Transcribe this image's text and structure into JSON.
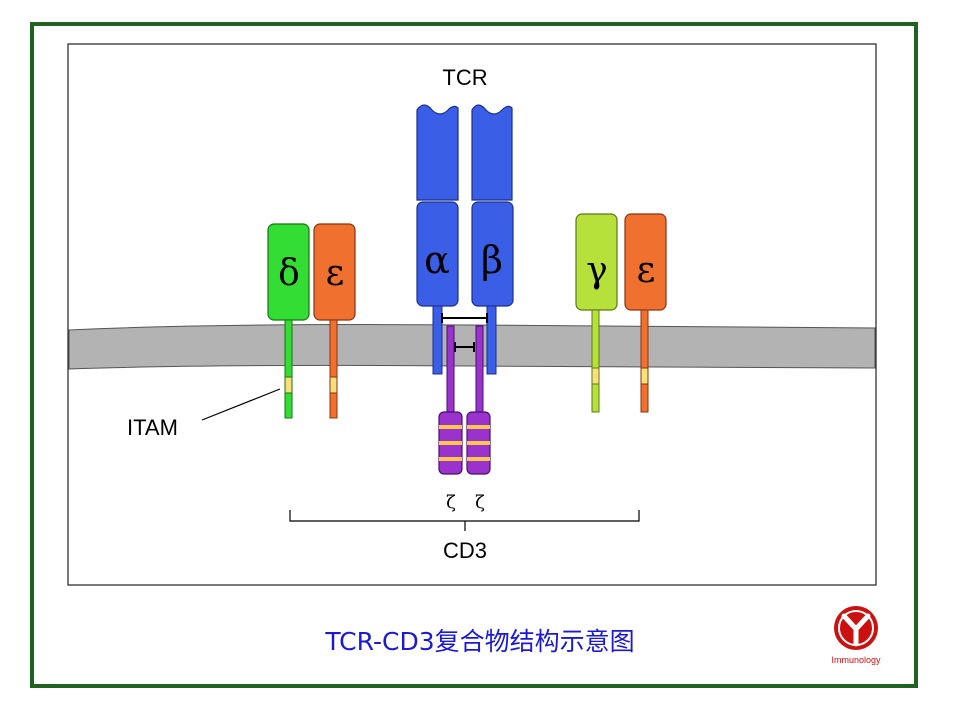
{
  "diagram": {
    "tcr_label": "TCR",
    "alpha": "α",
    "beta": "β",
    "delta": "δ",
    "epsilon_left": "ε",
    "gamma": "γ",
    "epsilon_right": "ε",
    "zeta_left": "ζ",
    "zeta_right": "ζ",
    "itam_label": "ITAM",
    "cd3_label": "CD3"
  },
  "caption": "TCR-CD3复合物结构示意图",
  "logo": {
    "text": "Immunology"
  },
  "colors": {
    "frame": "#206320",
    "tcr_blue": "#3a5ee6",
    "delta_green": "#33dd33",
    "epsilon_orange": "#f07030",
    "gamma_lime": "#b6e03a",
    "zeta_purple": "#9933cc",
    "itam_yellow": "#f7c84a",
    "membrane": "#b3b3b3",
    "caption": "#1a1ad6",
    "logo_red": "#cc1010"
  }
}
